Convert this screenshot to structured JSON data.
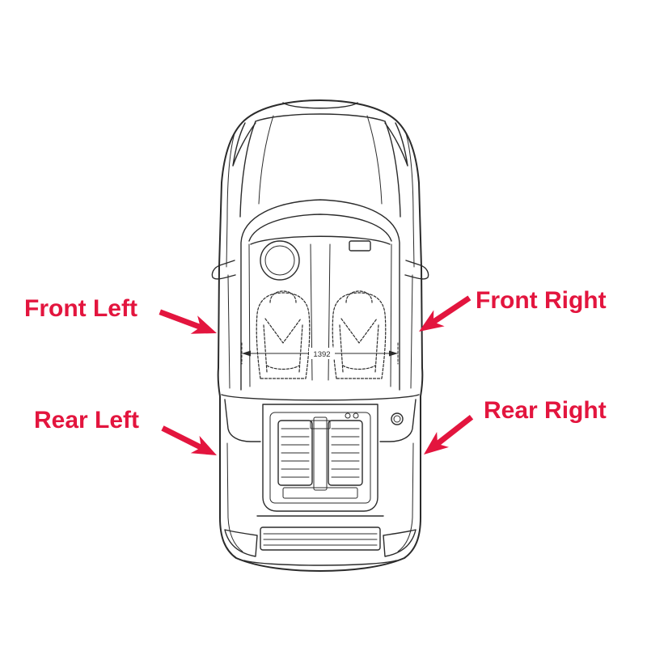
{
  "diagram": {
    "labels": {
      "front_left": "Front Left",
      "front_right": "Front Right",
      "rear_left": "Rear Left",
      "rear_right": "Rear Right"
    },
    "dimension": "1392"
  },
  "colors": {
    "label": "#e3153e",
    "line": "#2b2b2b",
    "background": "#ffffff"
  }
}
